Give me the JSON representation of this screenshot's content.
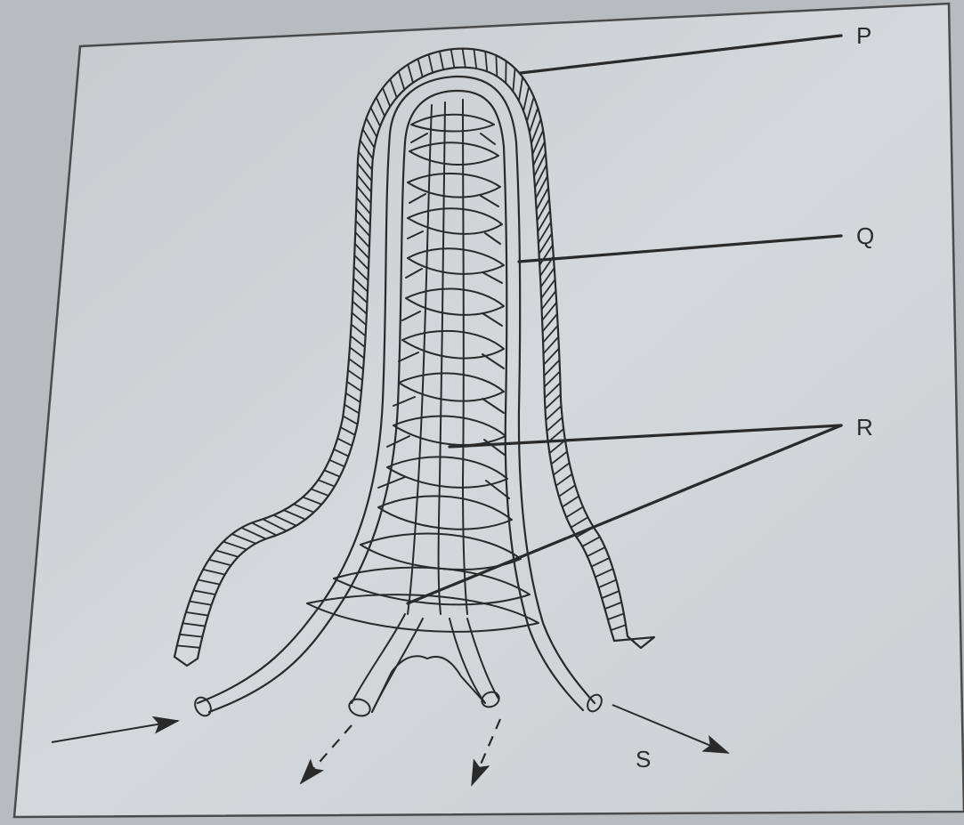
{
  "diagram": {
    "labels": {
      "p": "P",
      "q": "Q",
      "r": "R",
      "s": "S"
    }
  },
  "colors": {
    "background": "#b9bcbf",
    "paper": "#d3d6d8",
    "ink": "#2a2a2a"
  }
}
